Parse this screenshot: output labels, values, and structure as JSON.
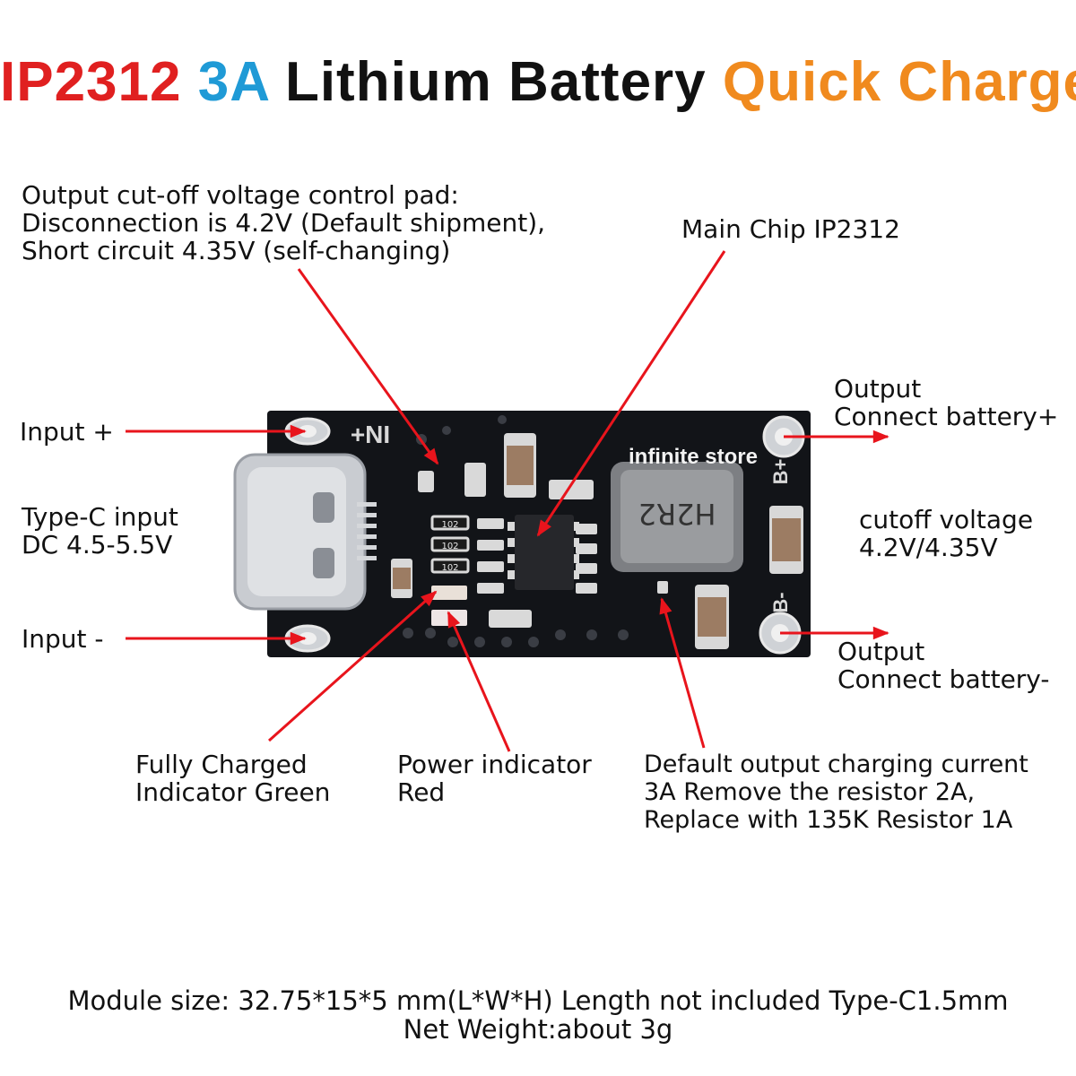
{
  "title": {
    "part1": "IP2312",
    "part2": "3A",
    "part3": "Lithium Battery",
    "part4": "Quick Charger",
    "colors": {
      "red": "#e02020",
      "blue": "#1f9ad6",
      "black": "#111111",
      "orange": "#f08a1e"
    }
  },
  "labels": {
    "cutoff_pad": {
      "line1": "Output cut-off voltage control pad:",
      "line2": "Disconnection is 4.2V (Default shipment),",
      "line3": "Short circuit 4.35V (self-changing)"
    },
    "main_chip": "Main Chip IP2312",
    "input_plus": "Input +",
    "input_minus": "Input -",
    "type_c": {
      "line1": "Type-C input",
      "line2": "DC 4.5-5.5V"
    },
    "output_plus": {
      "line1": "Output",
      "line2": "Connect battery+"
    },
    "output_minus": {
      "line1": "Output",
      "line2": "Connect battery-"
    },
    "cutoff_voltage": {
      "line1": "cutoff voltage",
      "line2": "4.2V/4.35V"
    },
    "fully_charged": {
      "line1": "Fully Charged",
      "line2": "Indicator Green"
    },
    "power_indicator": {
      "line1": "Power indicator",
      "line2": "Red"
    },
    "default_current": {
      "line1": "Default output charging current",
      "line2": "3A Remove the resistor 2A,",
      "line3": "Replace with 135K Resistor 1A"
    }
  },
  "board": {
    "silk_in_plus": "+NI",
    "silk_b_plus": "B+",
    "silk_b_minus": "B-",
    "watermark": "infinite store",
    "inductor_marking": "H2R2",
    "resistor_marks": [
      "102",
      "102",
      "102"
    ]
  },
  "footer": {
    "line1": "Module size:  32.75*15*5 mm(L*W*H) Length not included Type-C1.5mm",
    "line2": "Net Weight:about 3g"
  },
  "colors": {
    "arrow": "#e8141c",
    "pcb": "#121418"
  }
}
